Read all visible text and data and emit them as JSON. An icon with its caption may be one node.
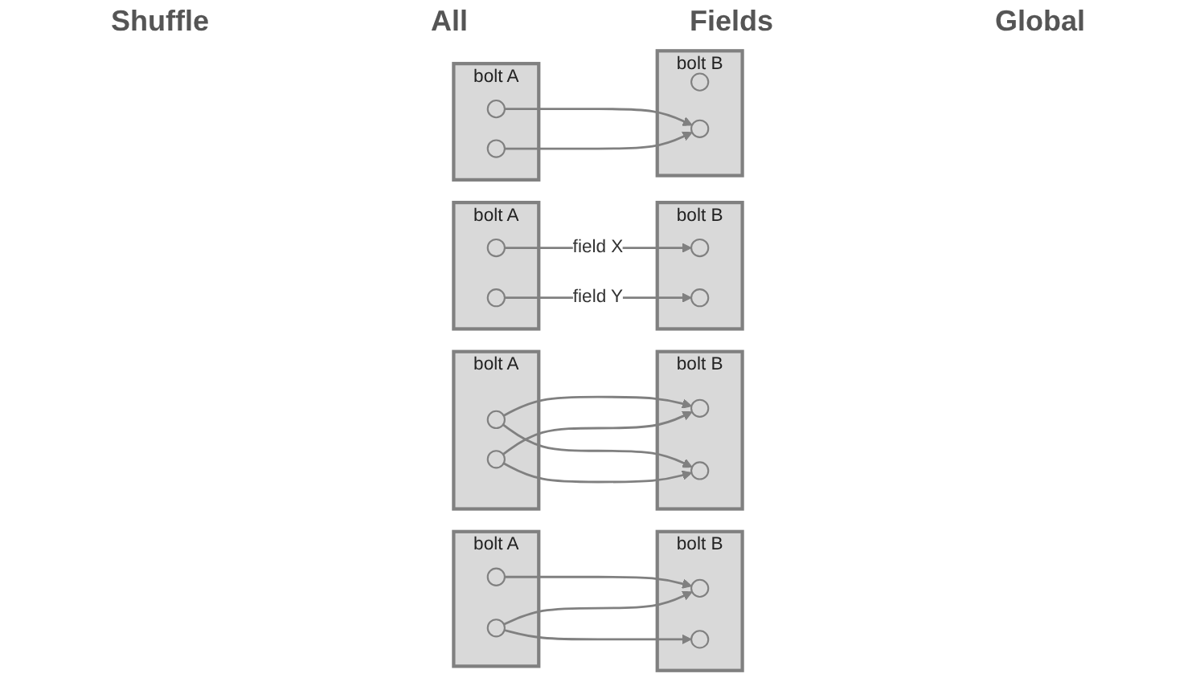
{
  "diagram": {
    "nodes": [
      {
        "text": [
          "bolt A"
        ]
      },
      {
        "text": [],
        "shape": "circle",
        "in": 0
      },
      {
        "text": [],
        "shape": "circle",
        "in": 0
      },
      {
        "text": [
          "bolt B"
        ]
      },
      {
        "text": [],
        "shape": "circle",
        "in": 3
      },
      {
        "text": [],
        "shape": "circle",
        "in": 3
      },
      {
        "text": [
          "bolt A"
        ]
      },
      {
        "text": [],
        "shape": "circle",
        "in": 6
      },
      {
        "text": [],
        "shape": "circle",
        "in": 6
      },
      {
        "text": [
          "bolt B"
        ]
      },
      {
        "text": [],
        "shape": "circle",
        "in": 9
      },
      {
        "text": [],
        "shape": "circle",
        "in": 9
      },
      {
        "text": [
          "bolt A"
        ]
      },
      {
        "text": [],
        "shape": "circle",
        "in": 12
      },
      {
        "text": [],
        "shape": "circle",
        "in": 12
      },
      {
        "text": [
          "bolt B"
        ]
      },
      {
        "text": [],
        "shape": "circle",
        "in": 15
      },
      {
        "text": [],
        "shape": "circle",
        "in": 15
      },
      {
        "text": [
          "bolt A"
        ]
      },
      {
        "text": [],
        "shape": "circle",
        "in": 18
      },
      {
        "text": [],
        "shape": "circle",
        "in": 18
      },
      {
        "text": [
          "bolt B"
        ]
      },
      {
        "text": [],
        "shape": "circle",
        "in": 21
      },
      {
        "text": [],
        "shape": "circle",
        "in": 21
      }
    ],
    "edges": [
      {
        "from": 1,
        "to": 4,
        "arrow": "to"
      },
      {
        "from": 2,
        "to": 4,
        "arrow": "to"
      },
      {
        "from": 2,
        "to": 5,
        "arrow": "to"
      },
      {
        "from": 7,
        "to": 10,
        "arrow": "to"
      },
      {
        "from": 7,
        "to": 11,
        "arrow": "to"
      },
      {
        "from": 8,
        "to": 10,
        "arrow": "to"
      },
      {
        "from": 8,
        "to": 11,
        "arrow": "to"
      },
      {
        "from": 13,
        "to": 16,
        "label": "field X",
        "arrow": "to"
      },
      {
        "from": 14,
        "to": 17,
        "label": "field Y",
        "arrow": "to"
      },
      {
        "from": 19,
        "to": 23,
        "arrow": "to"
      },
      {
        "from": 20,
        "to": 23,
        "arrow": "to"
      }
    ],
    "labels": [
      "Shuffle",
      "All",
      "Fields",
      "Global"
    ]
  }
}
